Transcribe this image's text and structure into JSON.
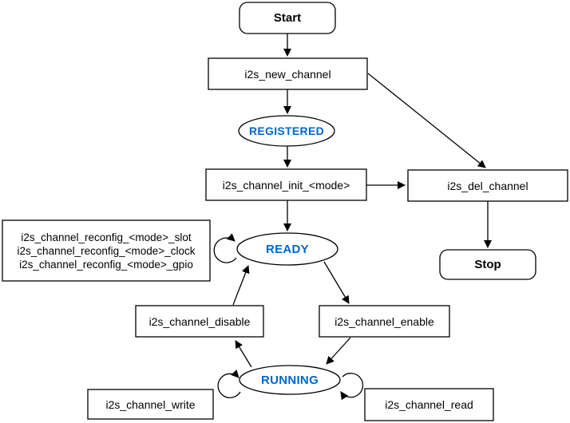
{
  "colors": {
    "accent": "#0066CC",
    "stroke": "#000000",
    "background": "#FFFFFF"
  },
  "nodes": {
    "start": {
      "label": "Start"
    },
    "new_channel": {
      "label": "i2s_new_channel"
    },
    "registered": {
      "label": "REGISTERED"
    },
    "init": {
      "label": "i2s_channel_init_<mode>"
    },
    "del_channel": {
      "label": "i2s_del_channel"
    },
    "stop": {
      "label": "Stop"
    },
    "reconfig": {
      "lines": [
        "i2s_channel_reconfig_<mode>_slot",
        "i2s_channel_reconfig_<mode>_clock",
        "i2s_channel_reconfig_<mode>_gpio"
      ]
    },
    "ready": {
      "label": "READY"
    },
    "disable": {
      "label": "i2s_channel_disable"
    },
    "enable": {
      "label": "i2s_channel_enable"
    },
    "running": {
      "label": "RUNNING"
    },
    "write": {
      "label": "i2s_channel_write"
    },
    "read": {
      "label": "i2s_channel_read"
    }
  },
  "transitions": [
    "Start -> i2s_new_channel",
    "i2s_new_channel -> REGISTERED",
    "i2s_new_channel -> i2s_del_channel",
    "REGISTERED -> i2s_channel_init_<mode>",
    "i2s_channel_init_<mode> -> READY",
    "i2s_channel_init_<mode> -> i2s_del_channel",
    "i2s_del_channel -> Stop",
    "READY -> READY (reconfig self-loop)",
    "READY -> i2s_channel_enable",
    "i2s_channel_disable -> READY",
    "i2s_channel_enable -> RUNNING",
    "RUNNING -> i2s_channel_disable",
    "RUNNING -> RUNNING (write self-loop)",
    "RUNNING -> RUNNING (read self-loop)"
  ]
}
